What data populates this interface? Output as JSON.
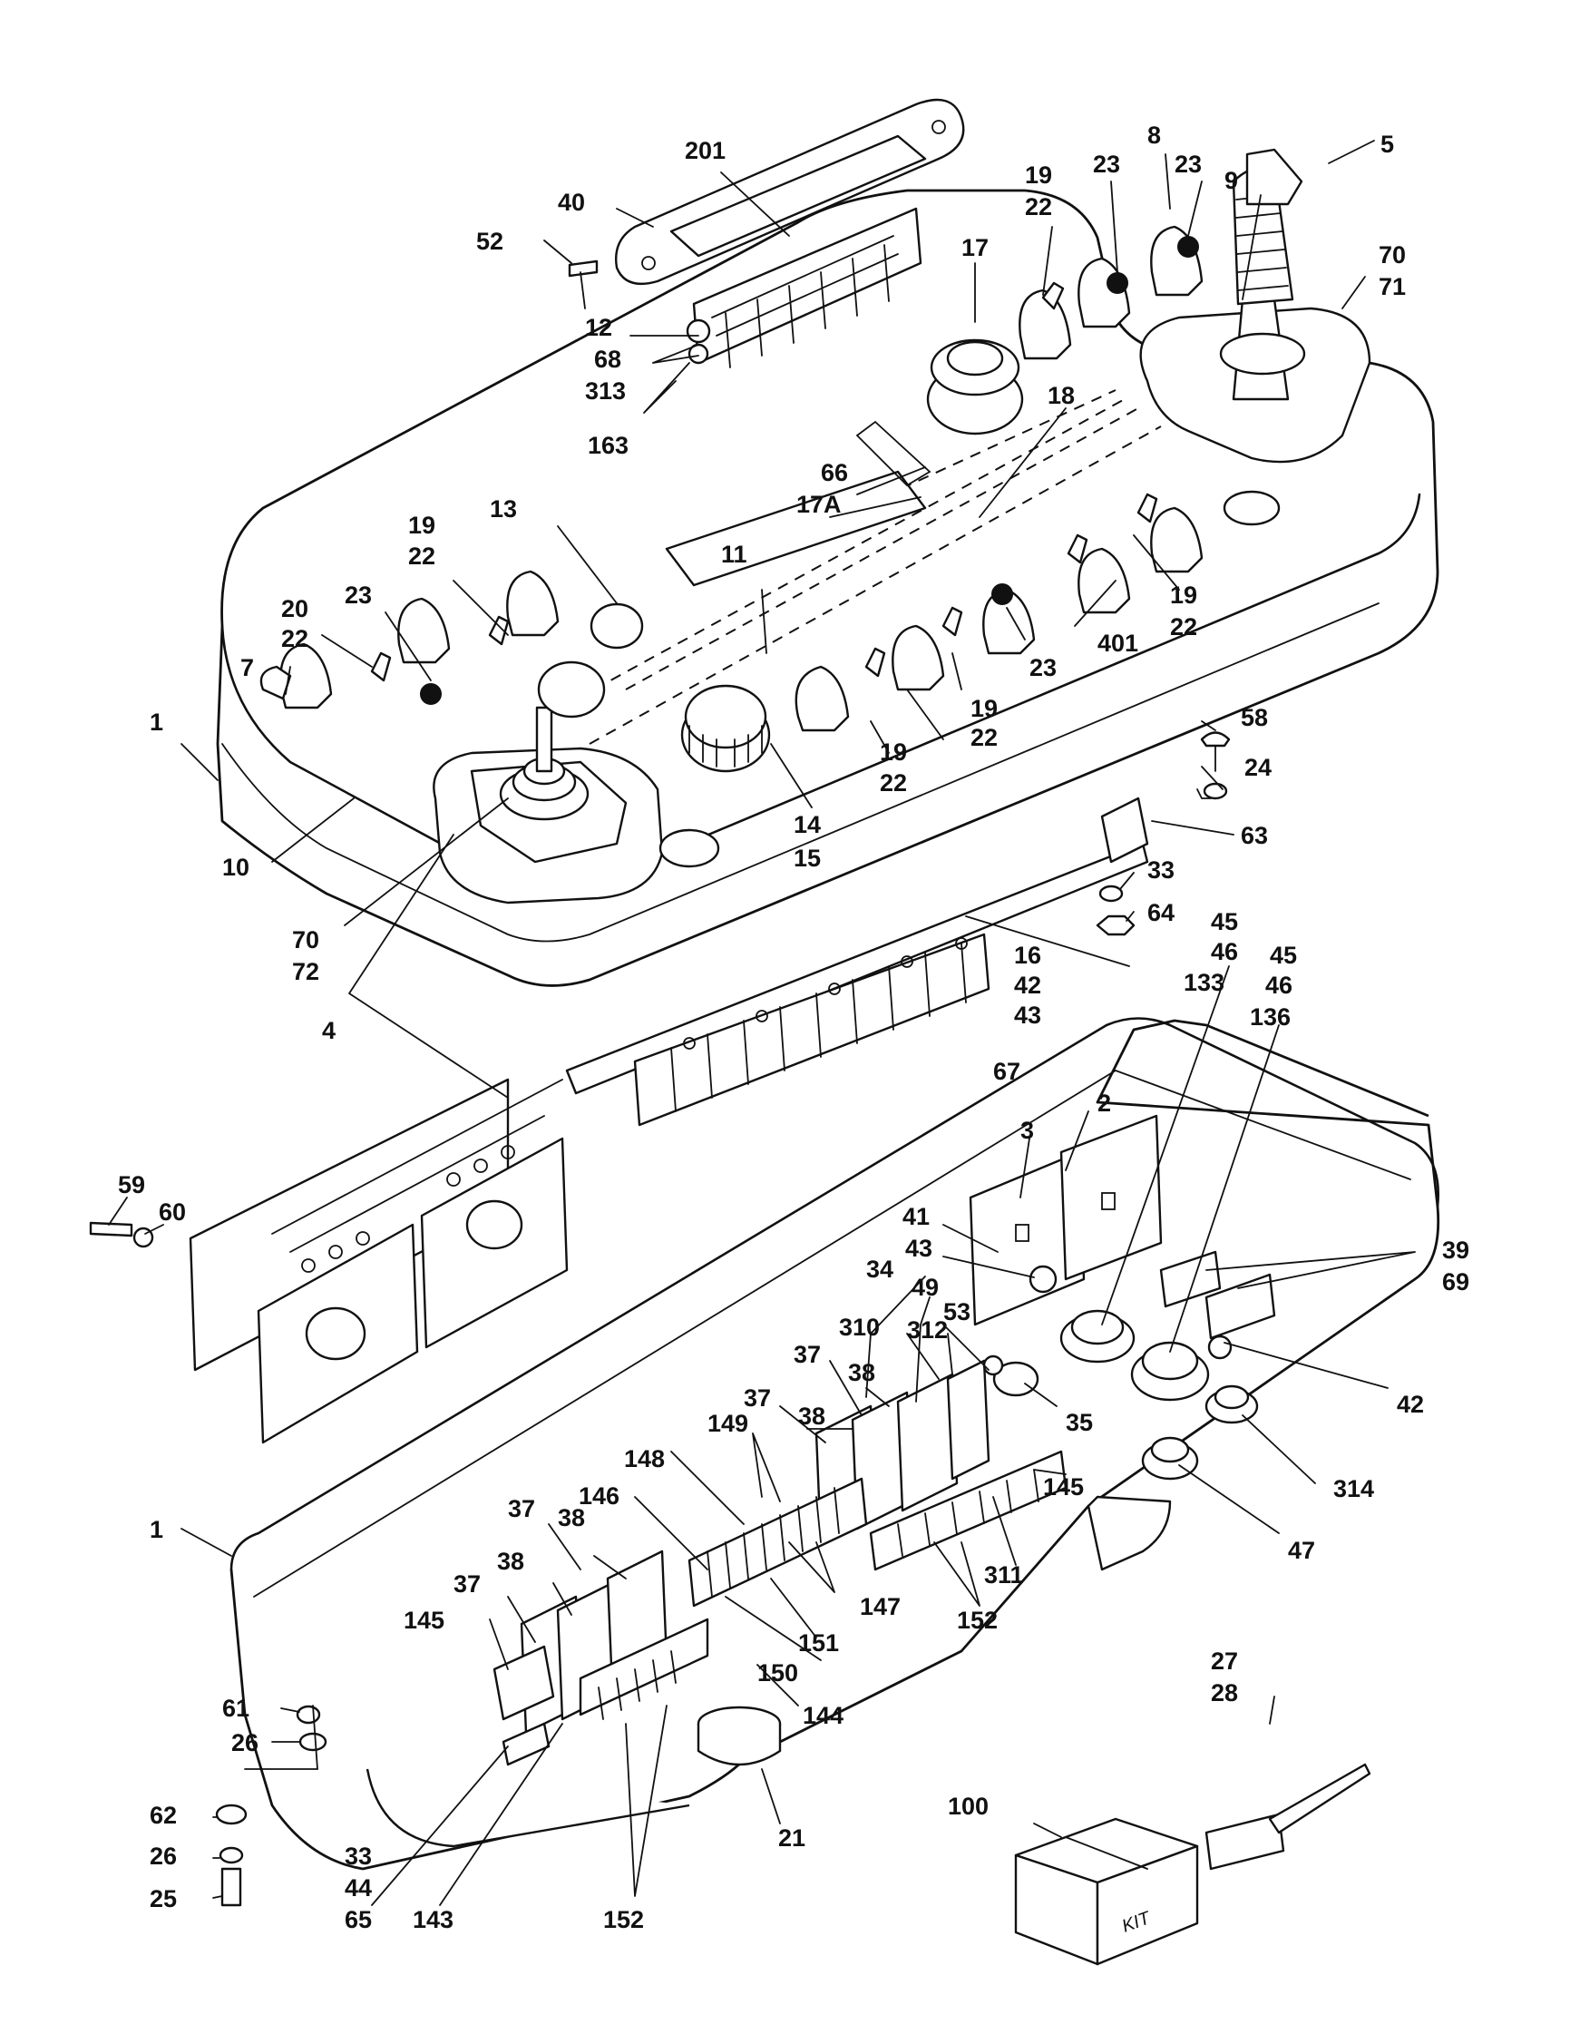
{
  "labels": [
    {
      "id": "l201",
      "text": "201"
    },
    {
      "id": "l40",
      "text": "40"
    },
    {
      "id": "l52",
      "text": "52"
    },
    {
      "id": "l12",
      "text": "12"
    },
    {
      "id": "l68",
      "text": "68"
    },
    {
      "id": "l313",
      "text": "313"
    },
    {
      "id": "l163",
      "text": "163"
    },
    {
      "id": "l17",
      "text": "17"
    },
    {
      "id": "l19a",
      "text": "19"
    },
    {
      "id": "l22a",
      "text": "22"
    },
    {
      "id": "l23a",
      "text": "23"
    },
    {
      "id": "l8",
      "text": "8"
    },
    {
      "id": "l23b",
      "text": "23"
    },
    {
      "id": "l9",
      "text": "9"
    },
    {
      "id": "l5",
      "text": "5"
    },
    {
      "id": "l70a",
      "text": "70"
    },
    {
      "id": "l71",
      "text": "71"
    },
    {
      "id": "l18",
      "text": "18"
    },
    {
      "id": "l66",
      "text": "66"
    },
    {
      "id": "l17A",
      "text": "17A"
    },
    {
      "id": "l13",
      "text": "13"
    },
    {
      "id": "l19b",
      "text": "19"
    },
    {
      "id": "l22b",
      "text": "22"
    },
    {
      "id": "l11",
      "text": "11"
    },
    {
      "id": "l20",
      "text": "20"
    },
    {
      "id": "l22c",
      "text": "22"
    },
    {
      "id": "l23c",
      "text": "23"
    },
    {
      "id": "l7",
      "text": "7"
    },
    {
      "id": "l1a",
      "text": "1"
    },
    {
      "id": "l19c",
      "text": "19"
    },
    {
      "id": "l22d",
      "text": "22"
    },
    {
      "id": "l401",
      "text": "401"
    },
    {
      "id": "l23d",
      "text": "23"
    },
    {
      "id": "l19d",
      "text": "19"
    },
    {
      "id": "l22e",
      "text": "22"
    },
    {
      "id": "l19e",
      "text": "19"
    },
    {
      "id": "l22f",
      "text": "22"
    },
    {
      "id": "l14",
      "text": "14"
    },
    {
      "id": "l15",
      "text": "15"
    },
    {
      "id": "l58",
      "text": "58"
    },
    {
      "id": "l24",
      "text": "24"
    },
    {
      "id": "l63",
      "text": "63"
    },
    {
      "id": "l10",
      "text": "10"
    },
    {
      "id": "l70b",
      "text": "70"
    },
    {
      "id": "l72",
      "text": "72"
    },
    {
      "id": "l33a",
      "text": "33"
    },
    {
      "id": "l64",
      "text": "64"
    },
    {
      "id": "l45a",
      "text": "45"
    },
    {
      "id": "l46a",
      "text": "46"
    },
    {
      "id": "l133",
      "text": "133"
    },
    {
      "id": "l45b",
      "text": "45"
    },
    {
      "id": "l46b",
      "text": "46"
    },
    {
      "id": "l136",
      "text": "136"
    },
    {
      "id": "l16",
      "text": "16"
    },
    {
      "id": "l42a",
      "text": "42"
    },
    {
      "id": "l43a",
      "text": "43"
    },
    {
      "id": "l67",
      "text": "67"
    },
    {
      "id": "l4",
      "text": "4"
    },
    {
      "id": "l2",
      "text": "2"
    },
    {
      "id": "l3",
      "text": "3"
    },
    {
      "id": "l59",
      "text": "59"
    },
    {
      "id": "l60",
      "text": "60"
    },
    {
      "id": "l41",
      "text": "41"
    },
    {
      "id": "l43b",
      "text": "43"
    },
    {
      "id": "l34",
      "text": "34"
    },
    {
      "id": "l49",
      "text": "49"
    },
    {
      "id": "l53",
      "text": "53"
    },
    {
      "id": "l39",
      "text": "39"
    },
    {
      "id": "l69",
      "text": "69"
    },
    {
      "id": "l310",
      "text": "310"
    },
    {
      "id": "l312",
      "text": "312"
    },
    {
      "id": "l37a",
      "text": "37"
    },
    {
      "id": "l38a",
      "text": "38"
    },
    {
      "id": "l37b",
      "text": "37"
    },
    {
      "id": "l38b",
      "text": "38"
    },
    {
      "id": "l42b",
      "text": "42"
    },
    {
      "id": "l35",
      "text": "35"
    },
    {
      "id": "l149",
      "text": "149"
    },
    {
      "id": "l148",
      "text": "148"
    },
    {
      "id": "l145a",
      "text": "145"
    },
    {
      "id": "l314",
      "text": "314"
    },
    {
      "id": "l146",
      "text": "146"
    },
    {
      "id": "l47",
      "text": "47"
    },
    {
      "id": "l1b",
      "text": "1"
    },
    {
      "id": "l37c",
      "text": "37"
    },
    {
      "id": "l38c",
      "text": "38"
    },
    {
      "id": "l311",
      "text": "311"
    },
    {
      "id": "l147",
      "text": "147"
    },
    {
      "id": "l152a",
      "text": "152"
    },
    {
      "id": "l37d",
      "text": "37"
    },
    {
      "id": "l38d",
      "text": "38"
    },
    {
      "id": "l151",
      "text": "151"
    },
    {
      "id": "l145b",
      "text": "145"
    },
    {
      "id": "l150",
      "text": "150"
    },
    {
      "id": "l27",
      "text": "27"
    },
    {
      "id": "l28",
      "text": "28"
    },
    {
      "id": "l144",
      "text": "144"
    },
    {
      "id": "l61",
      "text": "61"
    },
    {
      "id": "l26a",
      "text": "26"
    },
    {
      "id": "l100",
      "text": "100"
    },
    {
      "id": "l62",
      "text": "62"
    },
    {
      "id": "l21",
      "text": "21"
    },
    {
      "id": "l26b",
      "text": "26"
    },
    {
      "id": "l33b",
      "text": "33"
    },
    {
      "id": "l44",
      "text": "44"
    },
    {
      "id": "l65",
      "text": "65"
    },
    {
      "id": "l25",
      "text": "25"
    },
    {
      "id": "l143",
      "text": "143"
    },
    {
      "id": "l152b",
      "text": "152"
    }
  ],
  "kit_box_text": "KIT"
}
